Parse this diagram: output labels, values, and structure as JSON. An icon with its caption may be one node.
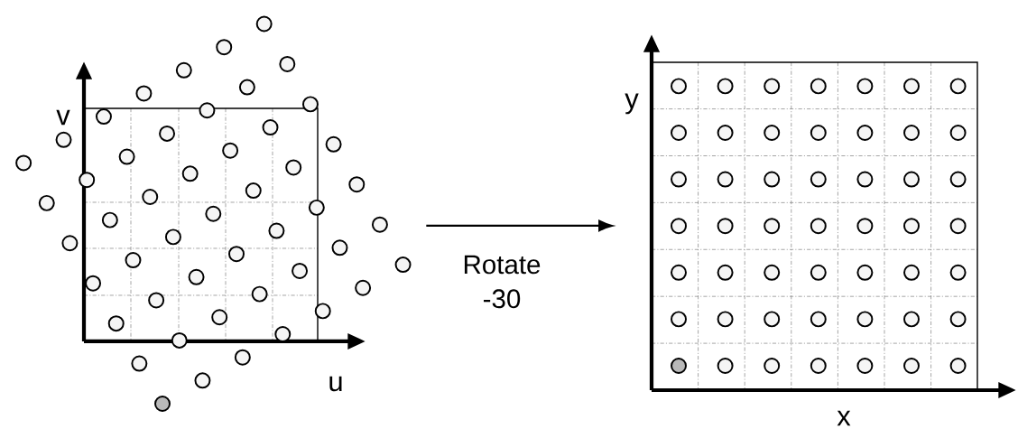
{
  "diagram": {
    "nodes": [
      {
        "text": [],
        "shape": "picture"
      },
      {
        "text": [],
        "shape": "picture"
      }
    ],
    "edges": [
      {
        "from": 0,
        "to": 1,
        "arrow": "to",
        "label": "Rotate -30"
      }
    ],
    "labels": [
      "v",
      "u",
      "y",
      "x"
    ]
  }
}
